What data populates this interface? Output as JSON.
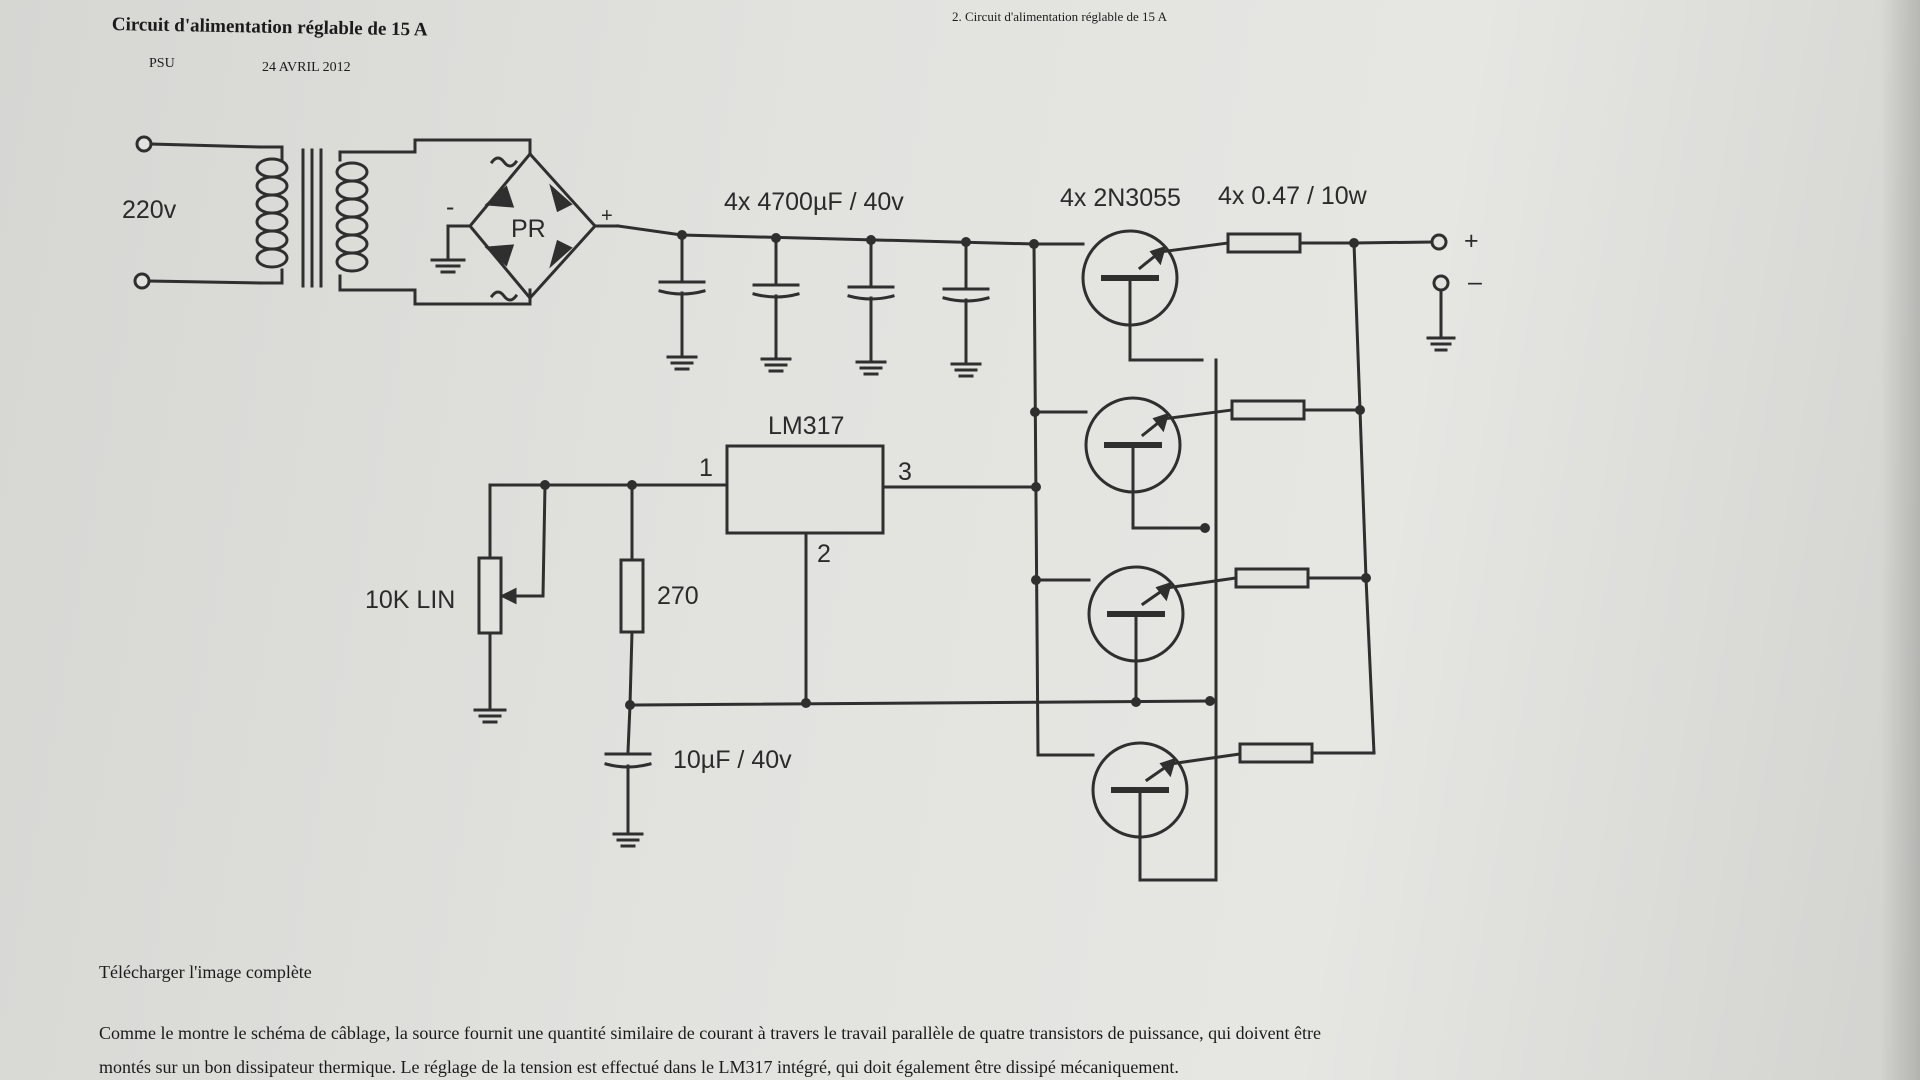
{
  "document": {
    "title": "Circuit d'alimentation réglable de 15 A",
    "tag": "PSU",
    "date": "24 AVRIL 2012",
    "page_header": "2. Circuit d'alimentation réglable de 15 A",
    "download_link": "Télécharger l'image complète",
    "paragraph_line1": "Comme le montre le schéma de câblage, la source fournit une quantité similaire de courant à travers le travail parallèle de quatre transistors de puissance, qui doivent être",
    "paragraph_line2": "montés sur un bon dissipateur thermique. Le réglage de la tension est effectué dans le LM317 intégré, qui doit également être dissipé mécaniquement."
  },
  "schematic": {
    "input_voltage": "220v",
    "minus_sign": "-",
    "bridge_label": "PR",
    "plus_sign": "+",
    "capacitors_label": "4x 4700µF / 40v",
    "transistors_label": "4x 2N3055",
    "resistors_label": "4x 0.47 / 10w",
    "output_plus": "+",
    "output_minus": "–",
    "regulator_label": "LM317",
    "pin1": "1",
    "pin2": "2",
    "pin3": "3",
    "pot_label": "10K LIN",
    "resistor_270": "270",
    "cap_small_label": "10µF / 40v"
  },
  "colors": {
    "paper": "#e2e2df",
    "ink": "#2b2b2b",
    "text": "#1b1b1b"
  }
}
